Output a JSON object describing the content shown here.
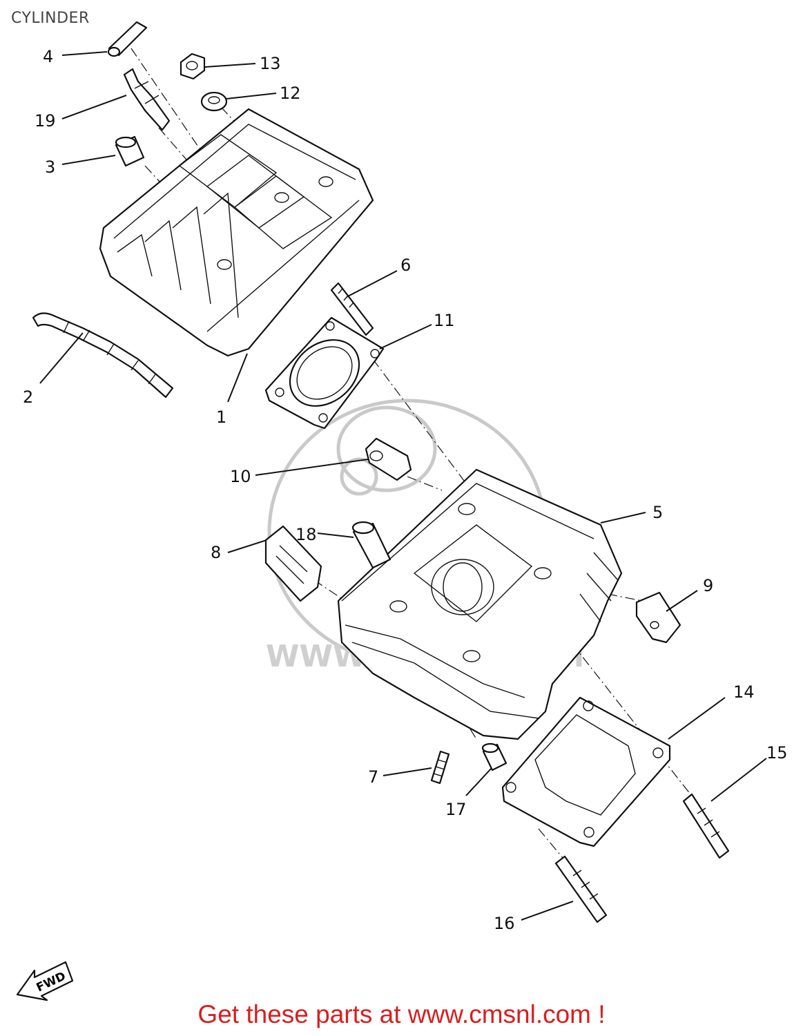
{
  "page": {
    "title": "CYLINDER",
    "footer": "Get these parts at www.cmsnl.com !",
    "watermark": "WWW.CMSNL.COM",
    "direction_label": "FWD"
  },
  "labels": [
    "4",
    "13",
    "12",
    "19",
    "3",
    "2",
    "1",
    "6",
    "11",
    "10",
    "5",
    "18",
    "8",
    "9",
    "14",
    "15",
    "7",
    "17",
    "16"
  ],
  "colors": {
    "footer": "#d91e1e",
    "line": "#111111",
    "watermark": "#c9c9c9"
  }
}
